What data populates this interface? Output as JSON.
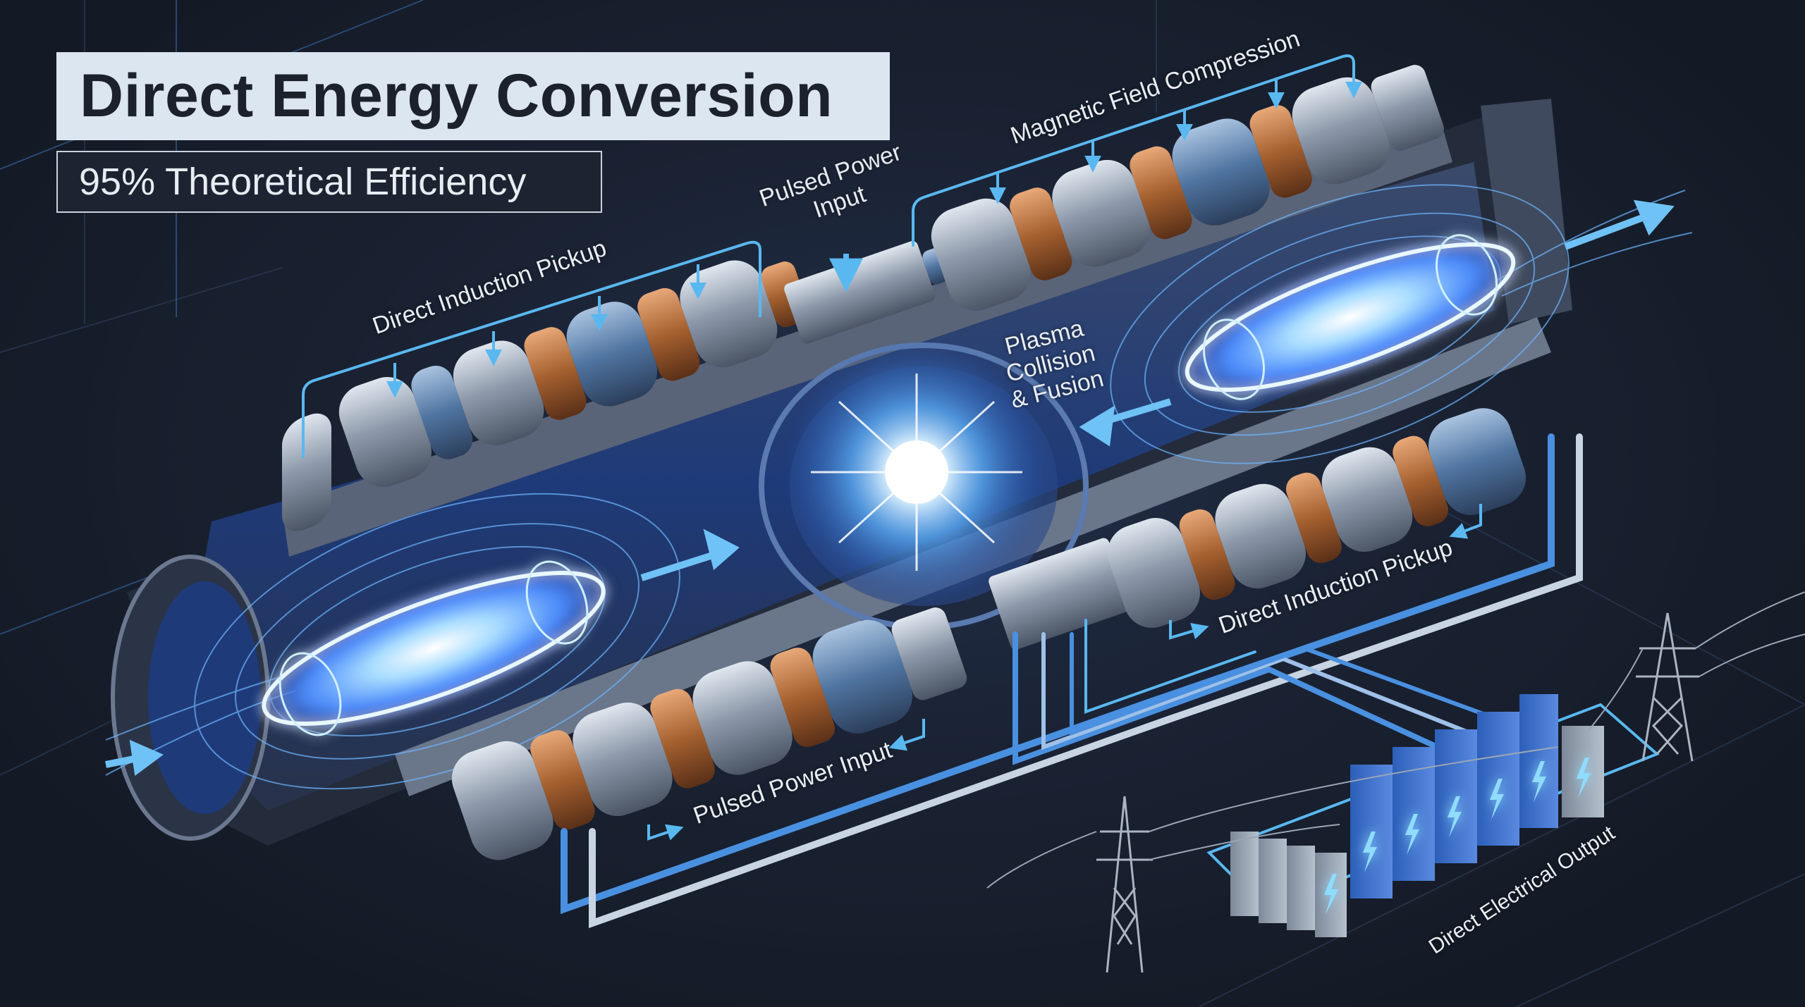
{
  "header": {
    "title": "Direct Energy Conversion",
    "subtitle": "95% Theoretical Efficiency"
  },
  "labels": {
    "magnetic_field_compression": "Magnetic Field Compression",
    "pulsed_power_input_top_line1": "Pulsed Power",
    "pulsed_power_input_top_line2": "Input",
    "direct_induction_pickup_top": "Direct Induction Pickup",
    "plasma_line1": "Plasma",
    "plasma_line2": "Collision",
    "plasma_line3": "& Fusion",
    "direct_induction_pickup_bottom": "Direct Induction Pickup",
    "pulsed_power_input_bottom": "Pulsed Power Input",
    "direct_electrical_output": "Direct Electrical Output"
  },
  "components": {
    "plasmoids": [
      "left-plasmoid",
      "right-plasmoid"
    ],
    "collision_point": "central-fusion-flash",
    "coil_banks": [
      "upper-left-coils",
      "upper-right-coils",
      "lower-left-coils",
      "lower-right-coils"
    ],
    "battery_bank": {
      "cells": 10,
      "icon": "lightning-bolt-icon"
    },
    "transmission_towers": 2
  },
  "colors": {
    "background": "#161c28",
    "accent_blue": "#5ab8f0",
    "plasma_glow": "#9fd8ff",
    "title_bg": "#dce6f0",
    "title_text": "#1c222c",
    "subtitle_bg": "#1d2330",
    "label_text": "#e9eef4",
    "copper": "#b87340",
    "steel": "#a9b4c2"
  }
}
